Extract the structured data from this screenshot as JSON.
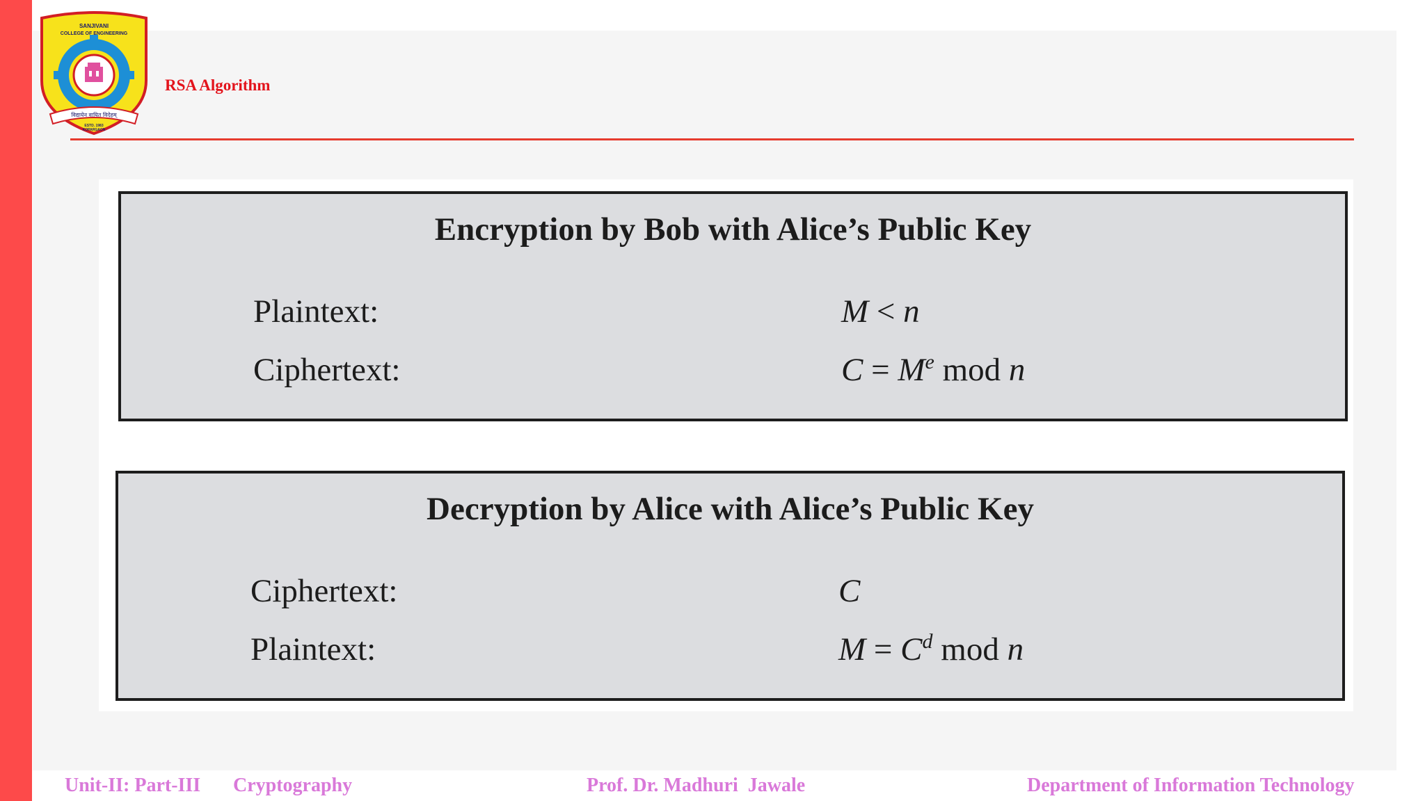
{
  "header": {
    "slide_title": "RSA Algorithm",
    "logo": {
      "icon": "college-crest-logo",
      "college_name_line1": "SANJIVANI",
      "college_name_line2": "COLLEGE OF ENGINEERING",
      "motto": "विद्यायेन वायित विदेहम्",
      "estd": "ESTD. 1983",
      "place": "KOPARGAON"
    }
  },
  "figure": {
    "encryption": {
      "heading": "Encryption by Bob with Alice’s Public Key",
      "rows": [
        {
          "label": "Plaintext:",
          "var": "M",
          "op": " < ",
          "rhs": "n"
        },
        {
          "label": "Ciphertext:",
          "var": "C",
          "op": " = ",
          "base": "M",
          "exp": "e",
          "mod": " mod ",
          "modulus": "n"
        }
      ]
    },
    "decryption": {
      "heading": "Decryption by Alice with Alice’s Public Key",
      "rows": [
        {
          "label": "Ciphertext:",
          "var": "C"
        },
        {
          "label": "Plaintext:",
          "var": "M",
          "op": " = ",
          "base": "C",
          "exp": "d",
          "mod": " mod ",
          "modulus": "n"
        }
      ]
    }
  },
  "footer": {
    "unit": "Unit-II: Part-III",
    "subject": "Cryptography",
    "professor": "Prof. Dr. Madhuri  Jawale",
    "department": "Department of Information Technology"
  },
  "colors": {
    "side_bar": "#fd4a4a",
    "title_red": "#e3141c",
    "rule_red": "#e63b2e",
    "footer_text": "#d979d9",
    "box_fill": "#dcdde0",
    "box_border": "#1d1d1d"
  }
}
